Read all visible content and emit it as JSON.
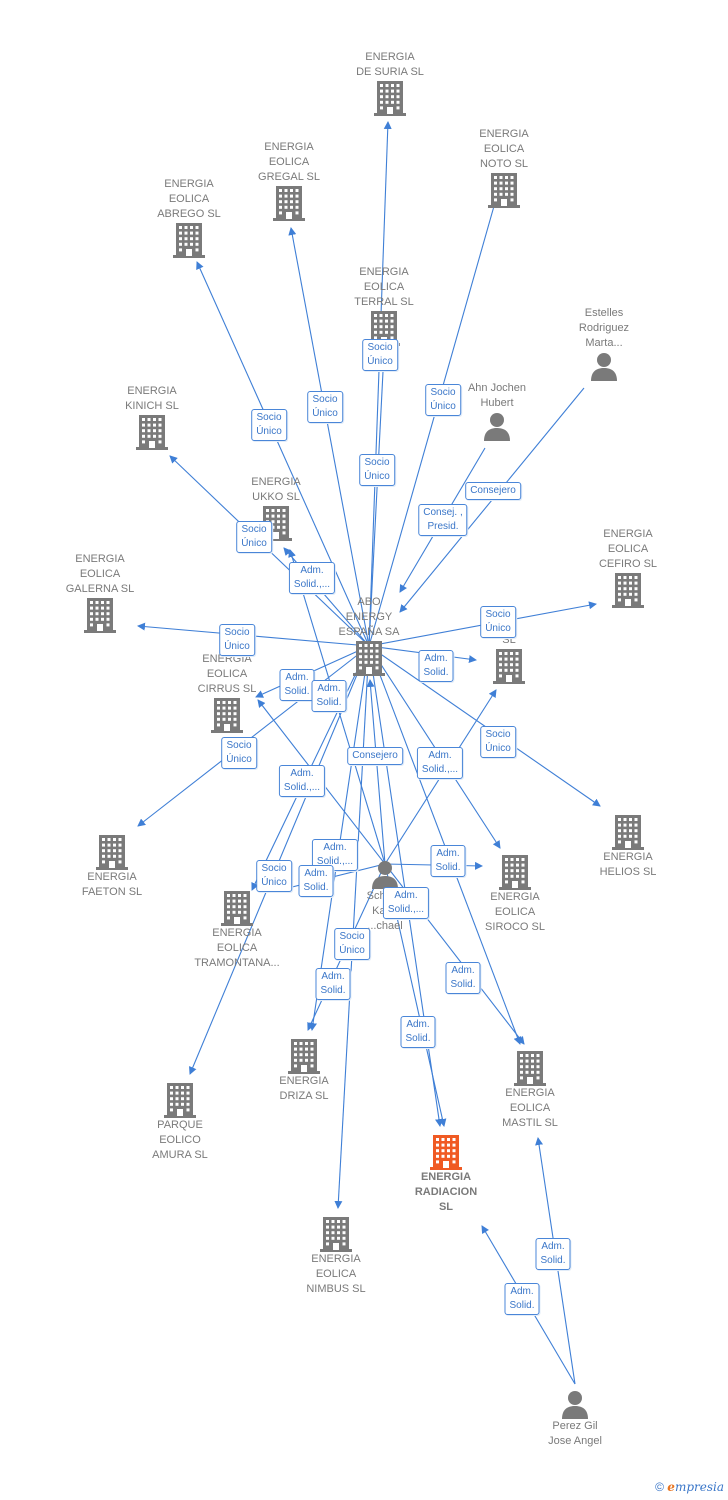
{
  "colors": {
    "edge": "#3f7fd6",
    "building": "#7a7a7a",
    "highlight": "#f05a23",
    "person": "#7a7a7a",
    "badge_text": "#3a76c8"
  },
  "nodes": [
    {
      "id": "suria",
      "type": "company",
      "label": "ENERGIA\nDE SURIA  SL"
    },
    {
      "id": "noto",
      "type": "company",
      "label": "ENERGIA\nEOLICA\nNOTO  SL"
    },
    {
      "id": "gregal",
      "type": "company",
      "label": "ENERGIA\nEOLICA\nGREGAL  SL"
    },
    {
      "id": "abrego",
      "type": "company",
      "label": "ENERGIA\nEOLICA\nABREGO  SL"
    },
    {
      "id": "terral",
      "type": "company",
      "label": "ENERGIA\nEOLICA\nTERRAL  SL"
    },
    {
      "id": "estelles",
      "type": "person",
      "label": "Estelles\nRodriguez\nMarta..."
    },
    {
      "id": "ahn",
      "type": "person",
      "label": "Ahn Jochen\nHubert"
    },
    {
      "id": "kinich",
      "type": "company",
      "label": "ENERGIA\nKINICH  SL"
    },
    {
      "id": "ukko",
      "type": "company",
      "label": "ENERGIA\nUKKO  SL"
    },
    {
      "id": "cefiro",
      "type": "company",
      "label": "ENERGIA\nEOLICA\nCEFIRO  SL"
    },
    {
      "id": "galerna",
      "type": "company",
      "label": "ENERGIA\nEOLICA\nGALERNA  SL"
    },
    {
      "id": "abo",
      "type": "company",
      "label": "ABO\nENERGY\nESPAÑA SA"
    },
    {
      "id": "rsl",
      "type": "company",
      "label": "N\nSL"
    },
    {
      "id": "cirrus",
      "type": "company",
      "label": "ENERGIA\nEOLICA\nCIRRUS SL"
    },
    {
      "id": "helios",
      "type": "company",
      "label": "ENERGIA\nHELIOS  SL"
    },
    {
      "id": "faeton",
      "type": "company",
      "label": "ENERGIA\nFAETON  SL"
    },
    {
      "id": "schlager",
      "type": "person",
      "label": "Schla...\nKar...\n...chael"
    },
    {
      "id": "siroco",
      "type": "company",
      "label": "ENERGIA\nEOLICA\nSIROCO  SL"
    },
    {
      "id": "tramontana",
      "type": "company",
      "label": "ENERGIA\nEOLICA\nTRAMONTANA..."
    },
    {
      "id": "driza",
      "type": "company",
      "label": "ENERGIA\nDRIZA  SL"
    },
    {
      "id": "mastil",
      "type": "company",
      "label": "ENERGIA\nEOLICA\nMASTIL SL"
    },
    {
      "id": "amura",
      "type": "company",
      "label": "PARQUE\nEOLICO\nAMURA SL"
    },
    {
      "id": "radiacion",
      "type": "company",
      "highlight": true,
      "label": "ENERGIA\nRADIACION\nSL"
    },
    {
      "id": "nimbus",
      "type": "company",
      "label": "ENERGIA\nEOLICA\nNIMBUS SL"
    },
    {
      "id": "perez",
      "type": "person",
      "label": "Perez Gil\nJose Angel"
    }
  ],
  "edges": [
    {
      "from": "abo",
      "to": "suria"
    },
    {
      "from": "abo",
      "to": "noto"
    },
    {
      "from": "abo",
      "to": "gregal"
    },
    {
      "from": "abo",
      "to": "abrego"
    },
    {
      "from": "abo",
      "to": "terral"
    },
    {
      "from": "abo",
      "to": "kinich"
    },
    {
      "from": "abo",
      "to": "ukko"
    },
    {
      "from": "abo",
      "to": "cefiro"
    },
    {
      "from": "abo",
      "to": "galerna"
    },
    {
      "from": "abo",
      "to": "rsl"
    },
    {
      "from": "abo",
      "to": "cirrus"
    },
    {
      "from": "abo",
      "to": "helios"
    },
    {
      "from": "abo",
      "to": "faeton"
    },
    {
      "from": "abo",
      "to": "siroco"
    },
    {
      "from": "abo",
      "to": "tramontana"
    },
    {
      "from": "abo",
      "to": "driza"
    },
    {
      "from": "abo",
      "to": "mastil"
    },
    {
      "from": "abo",
      "to": "amura"
    },
    {
      "from": "abo",
      "to": "radiacion"
    },
    {
      "from": "abo",
      "to": "nimbus"
    },
    {
      "from": "ahn",
      "to": "abo"
    },
    {
      "from": "estelles",
      "to": "abo"
    },
    {
      "from": "schlager",
      "to": "abo"
    },
    {
      "from": "schlager",
      "to": "ukko"
    },
    {
      "from": "schlager",
      "to": "cirrus"
    },
    {
      "from": "schlager",
      "to": "rsl"
    },
    {
      "from": "schlager",
      "to": "siroco"
    },
    {
      "from": "schlager",
      "to": "tramontana"
    },
    {
      "from": "schlager",
      "to": "driza"
    },
    {
      "from": "schlager",
      "to": "mastil"
    },
    {
      "from": "schlager",
      "to": "radiacion"
    },
    {
      "from": "perez",
      "to": "radiacion"
    },
    {
      "from": "perez",
      "to": "mastil"
    }
  ],
  "badges": [
    {
      "text": "Socio\nÚnico"
    },
    {
      "text": "Socio\nÚnico"
    },
    {
      "text": "Socio\nÚnico"
    },
    {
      "text": "Socio\nÚnico"
    },
    {
      "text": "Socio\nÚnico"
    },
    {
      "text": "Consejero"
    },
    {
      "text": "Consej. ,\nPresid."
    },
    {
      "text": "Socio\nÚnico"
    },
    {
      "text": "Adm.\nSolid.,..."
    },
    {
      "text": "Socio\nÚnico"
    },
    {
      "text": "Socio\nÚnico"
    },
    {
      "text": "Adm.\nSolid."
    },
    {
      "text": "Adm.\nSolid."
    },
    {
      "text": "Adm.\nSolid."
    },
    {
      "text": "Socio\nÚnico"
    },
    {
      "text": "Socio\nÚnico"
    },
    {
      "text": "Consejero"
    },
    {
      "text": "Adm.\nSolid.,..."
    },
    {
      "text": "Adm.\nSolid.,..."
    },
    {
      "text": "Adm.\nSolid.,..."
    },
    {
      "text": "Adm.\nSolid."
    },
    {
      "text": "Socio\nÚnico"
    },
    {
      "text": "Adm.\nSolid."
    },
    {
      "text": "Adm.\nSolid.,..."
    },
    {
      "text": "Socio\nÚnico"
    },
    {
      "text": "Adm.\nSolid."
    },
    {
      "text": "Adm.\nSolid."
    },
    {
      "text": "Adm.\nSolid."
    },
    {
      "text": "Adm.\nSolid."
    },
    {
      "text": "Adm.\nSolid."
    }
  ],
  "footer": {
    "copyright": "©",
    "brand_first": "e",
    "brand_rest": "mpresia"
  }
}
